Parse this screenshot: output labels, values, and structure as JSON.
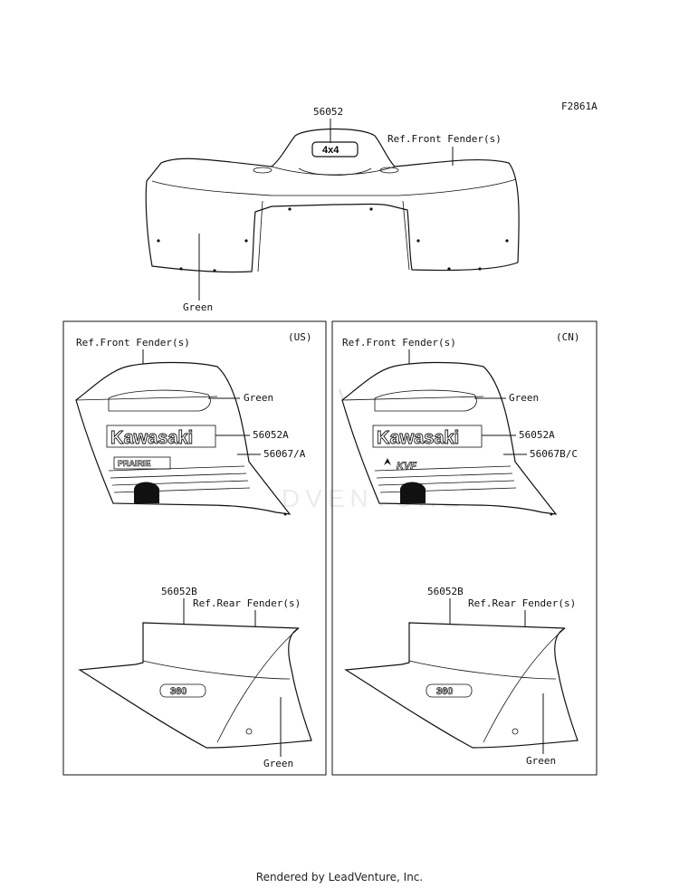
{
  "diagram_code": "F2861A",
  "top": {
    "part_number": "56052",
    "ref_label": "Ref.Front Fender(s)",
    "color_label": "Green",
    "badge_text": "4x4"
  },
  "us_panel": {
    "region": "(US)",
    "ref_front": "Ref.Front Fender(s)",
    "green_front": "Green",
    "part_a": "56052A",
    "part_b": "56067/A",
    "logo_text": "Kawasaki",
    "model_text": "PRAIRIE",
    "part_rear": "56052B",
    "ref_rear": "Ref.Rear Fender(s)",
    "green_rear": "Green",
    "emblem_text": "360"
  },
  "cn_panel": {
    "region": "(CN)",
    "ref_front": "Ref.Front Fender(s)",
    "green_front": "Green",
    "part_a": "56052A",
    "part_b": "56067B/C",
    "logo_text": "Kawasaki",
    "model_text": "KVF",
    "part_rear": "56052B",
    "ref_rear": "Ref.Rear Fender(s)",
    "green_rear": "Green",
    "emblem_text": "360"
  },
  "watermark": "LEADVENTURE",
  "footer": "Rendered by LeadVenture, Inc."
}
